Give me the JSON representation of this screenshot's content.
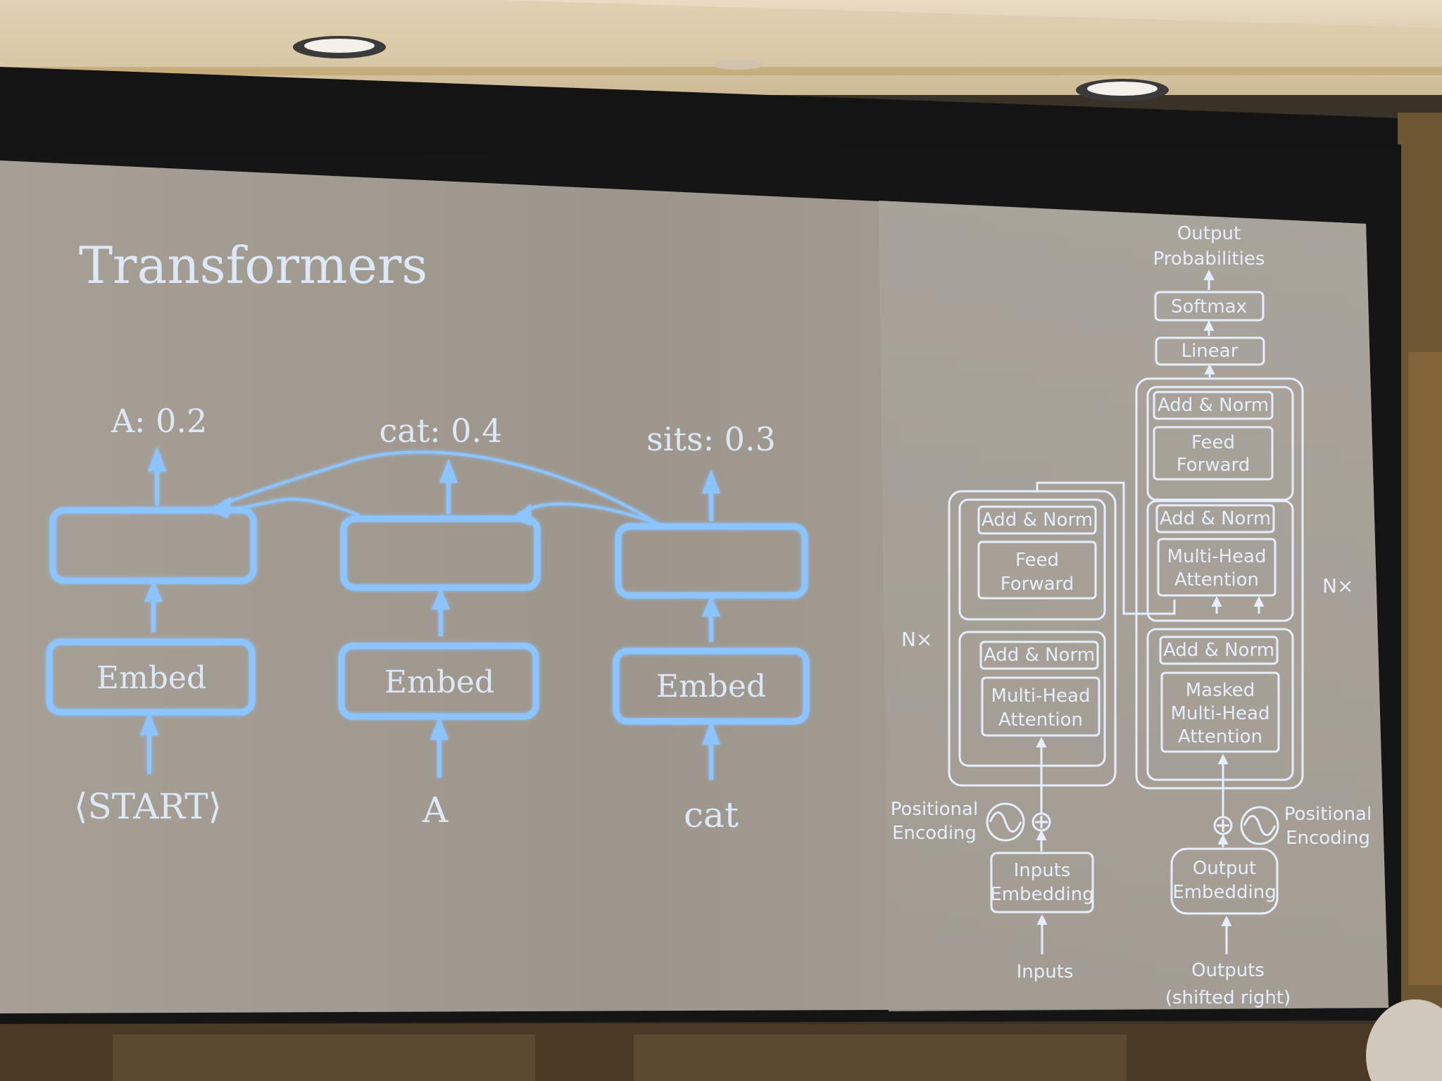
{
  "slide": {
    "title": "Transformers"
  },
  "left_diagram": {
    "outputs": [
      "A: 0.2",
      "cat: 0.4",
      "sits: 0.3"
    ],
    "embed_label": "Embed",
    "inputs": [
      "⟨START⟩",
      "A",
      "cat"
    ]
  },
  "right_diagram": {
    "output_probabilities_line1": "Output",
    "output_probabilities_line2": "Probabilities",
    "softmax": "Softmax",
    "linear": "Linear",
    "add_norm": "Add & Norm",
    "feed_forward_line1": "Feed",
    "feed_forward_line2": "Forward",
    "mha_line1": "Multi-Head",
    "mha_line2": "Attention",
    "masked_line1": "Masked",
    "masked_line2": "Multi-Head",
    "masked_line3": "Attention",
    "nx": "N×",
    "positional_line1": "Positional",
    "positional_line2": "Encoding",
    "inputs_embedding_line1": "Inputs",
    "inputs_embedding_line2": "Embedding",
    "output_embedding_line1": "Output",
    "output_embedding_line2": "Embedding",
    "inputs": "Inputs",
    "outputs_line1": "Outputs",
    "outputs_line2": "(shifted right)"
  }
}
